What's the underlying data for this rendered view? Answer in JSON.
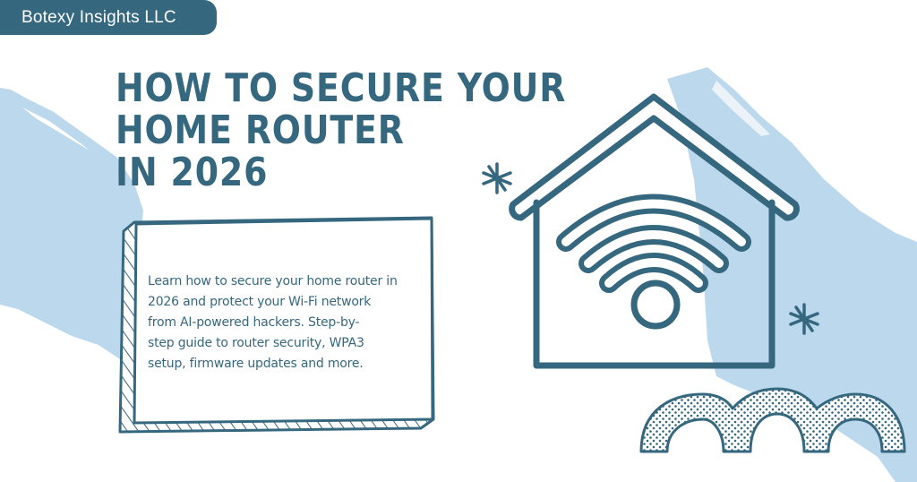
{
  "brand": {
    "name": "Botexy Insights LLC"
  },
  "headline": {
    "lines": [
      "HOW TO SECURE YOUR",
      "HOME ROUTER",
      "IN 2026"
    ]
  },
  "description": {
    "lines": [
      "Learn how to secure your home router in",
      "2026 and protect your Wi-Fi network",
      "from AI-powered hackers. Step-by-",
      "step guide to router security, WPA3",
      "setup, firmware updates and more."
    ]
  },
  "illustration": {
    "main_icon": "house-wifi-icon",
    "decorations": [
      "asterisk-icon",
      "asterisk-icon",
      "dotted-arches-icon"
    ]
  },
  "colors": {
    "primary": "#35677f",
    "accent_light": "#bcd8ec",
    "background": "#ffffff"
  }
}
